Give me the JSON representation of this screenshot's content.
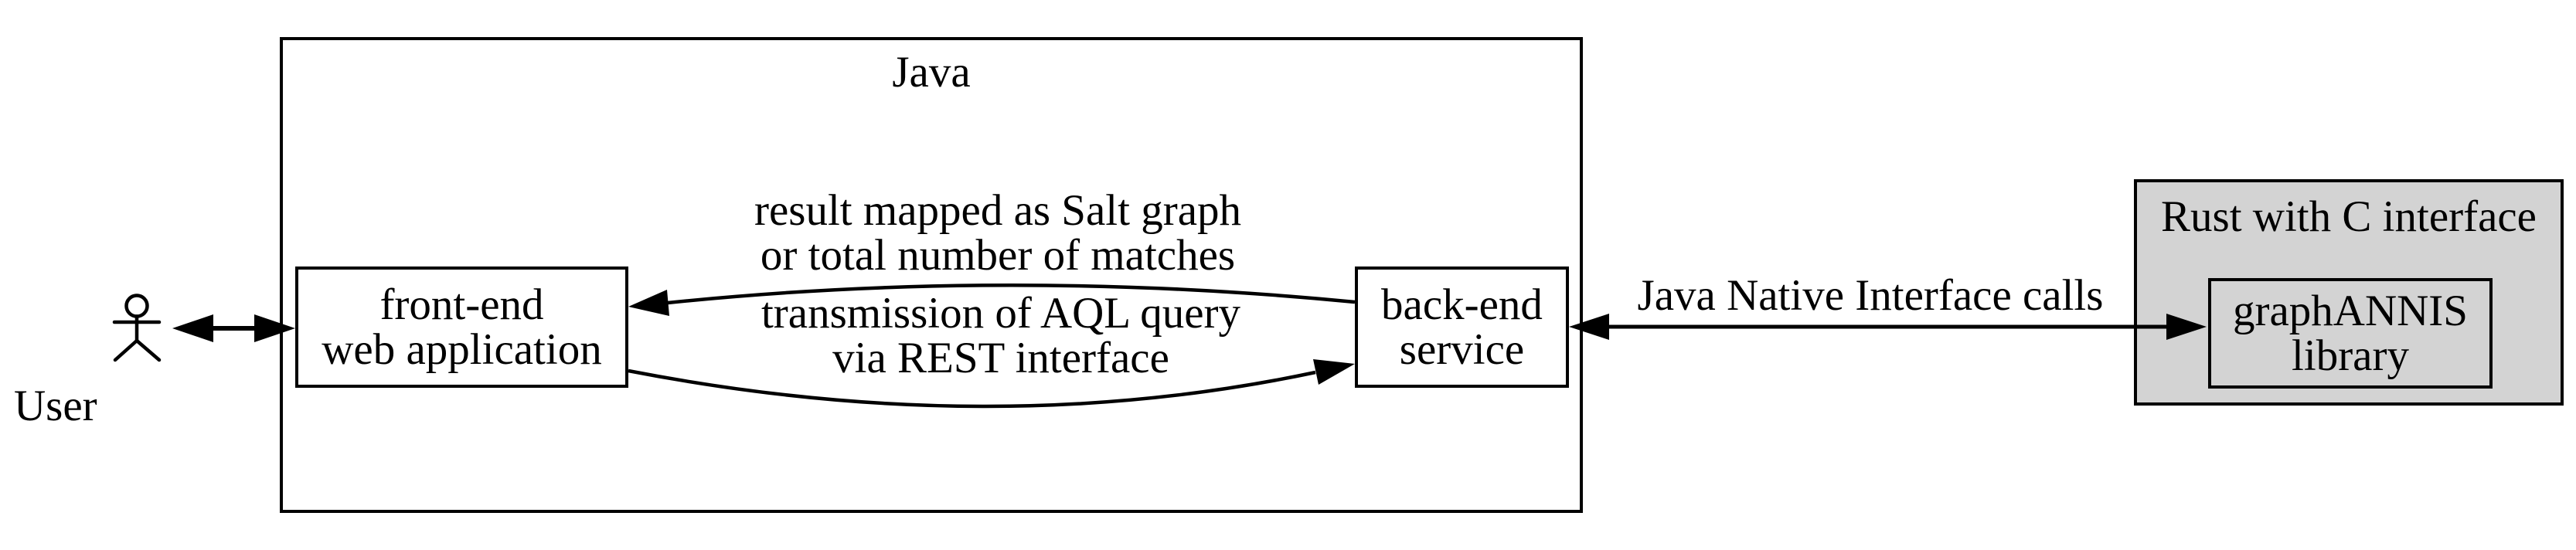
{
  "user": {
    "label": "User"
  },
  "java": {
    "title": "Java",
    "frontend": {
      "line1": "front-end",
      "line2": "web application"
    },
    "backend": {
      "line1": "back-end",
      "line2": "service"
    }
  },
  "rust": {
    "title": "Rust with C interface",
    "graphannis": {
      "line1": "graphANNIS",
      "line2": "library"
    }
  },
  "edges": {
    "result": {
      "line1": "result mapped as Salt graph",
      "line2": "or total number of matches"
    },
    "transmission": {
      "line1": "transmission of AQL query",
      "line2": "via REST interface"
    },
    "jni": {
      "label": "Java Native Interface calls"
    }
  },
  "colors": {
    "ink": "#000000",
    "background": "#ffffff",
    "rust_cluster_fill": "#d3d3d3"
  }
}
